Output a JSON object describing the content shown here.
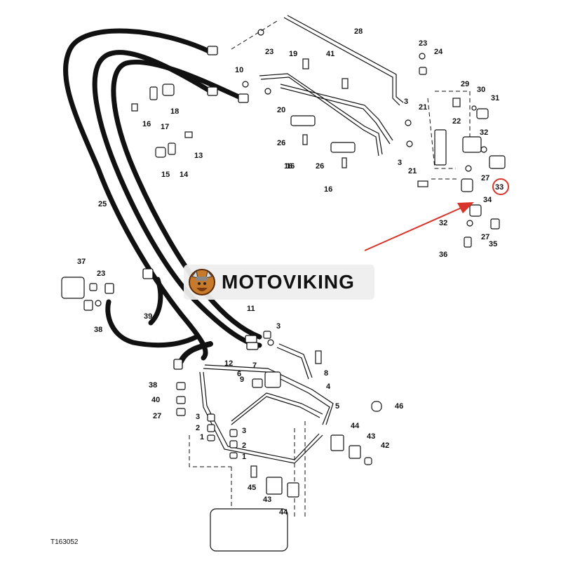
{
  "figure_code": "T163052",
  "watermark": {
    "text": "MOTOVIKING"
  },
  "callouts": [
    "28",
    "23",
    "23",
    "24",
    "19",
    "41",
    "10",
    "29",
    "30",
    "31",
    "3",
    "21",
    "18",
    "16",
    "17",
    "22",
    "20",
    "32",
    "26",
    "13",
    "27",
    "16",
    "3",
    "21",
    "26",
    "15",
    "14",
    "33",
    "16",
    "16",
    "34",
    "25",
    "32",
    "27",
    "35",
    "36",
    "37",
    "23",
    "38",
    "39",
    "11",
    "3",
    "12",
    "7",
    "6",
    "8",
    "9",
    "4",
    "38",
    "40",
    "46",
    "27",
    "5",
    "3",
    "2",
    "1",
    "44",
    "43",
    "3",
    "2",
    "1",
    "42",
    "45",
    "43",
    "44"
  ],
  "highlight": {
    "part": "33",
    "color": "#d9342b"
  },
  "arrow_color": "#d9342b"
}
